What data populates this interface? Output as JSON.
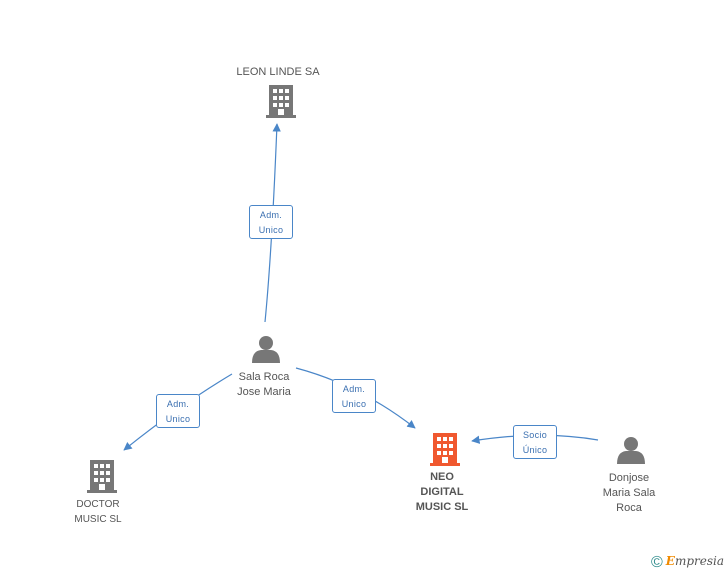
{
  "nodes": {
    "leon_linde": {
      "label": "LEON LINDE SA",
      "kind": "company"
    },
    "sala_roca": {
      "label": "Sala Roca\nJose Maria",
      "kind": "person"
    },
    "doctor_music": {
      "label": "DOCTOR\nMUSIC SL",
      "kind": "company"
    },
    "neo_digital": {
      "label": "NEO\nDIGITAL\nMUSIC SL",
      "kind": "company-highlight"
    },
    "donjose": {
      "label": "Donjose\nMaria Sala\nRoca",
      "kind": "person"
    }
  },
  "edges": {
    "to_leon": {
      "label": "Adm.\nUnico"
    },
    "to_doctor": {
      "label": "Adm.\nUnico"
    },
    "to_neo": {
      "label": "Adm.\nUnico"
    },
    "socio": {
      "label": "Socio\nÚnico"
    }
  },
  "colors": {
    "edge": "#4a86c8",
    "company": "#777777",
    "highlight": "#f0582f",
    "person": "#777777"
  },
  "footer": {
    "copyright": "©",
    "brand_first": "E",
    "brand_rest": "mpresia"
  }
}
